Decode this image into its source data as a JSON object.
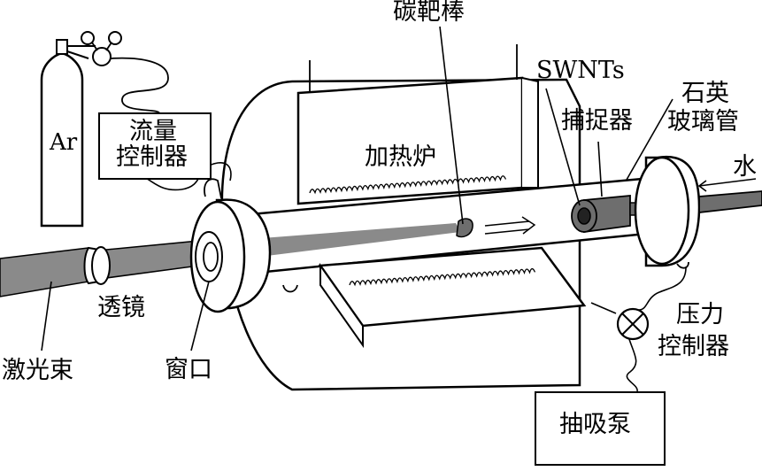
{
  "labels": {
    "ar": "Ar",
    "flow_controller": [
      "流量",
      "控制器"
    ],
    "carbon_rod": "碳靶棒",
    "swnts": "SWNTs",
    "collector": "捕捉器",
    "quartz_tube": [
      "石英",
      "玻璃管"
    ],
    "water": "水",
    "furnace": "加热炉",
    "lens": "透镜",
    "laser_beam": "激光束",
    "window": "窗口",
    "pressure_controller": [
      "压力",
      "控制器"
    ],
    "pump": "抽吸泵"
  },
  "colors": {
    "line": "#000000",
    "beam": "#8a8a8a",
    "collector": "#6e6e6e",
    "background": "#ffffff"
  }
}
